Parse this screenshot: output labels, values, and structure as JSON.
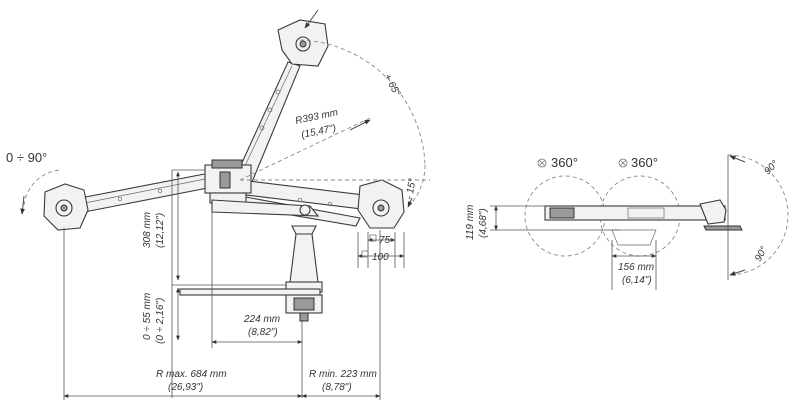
{
  "labels": {
    "rot_0_90": "0 ÷ 90°",
    "plus65": "+ 65°",
    "minus15": "- 15°",
    "r393_mm": "R393 mm",
    "r393_in": "(15,47\")",
    "h308_mm": "308 mm",
    "h308_in": "(12,12\")",
    "h055_mm": "0 ÷ 55 mm",
    "h055_in": "(0 ÷ 2,16\")",
    "d224_mm": "224 mm",
    "d224_in": "(8,82\")",
    "vesa75": "75",
    "vesa100": "100",
    "rmax_mm": "R max. 684 mm",
    "rmax_in": "(26,93\")",
    "rmin_mm": "R min. 223 mm",
    "rmin_in": "(8,78\")",
    "rot360_a": "360°",
    "rot360_b": "360°",
    "h119_mm": "119 mm",
    "h119_in": "(4,68\")",
    "d156_mm": "156 mm",
    "d156_in": "(6,14\")",
    "tilt90_top": "90°",
    "tilt90_bottom": "90°"
  },
  "icons": {
    "square_symbol": "square-symbol-icon",
    "diameter_symbol": "diameter-symbol-icon"
  }
}
